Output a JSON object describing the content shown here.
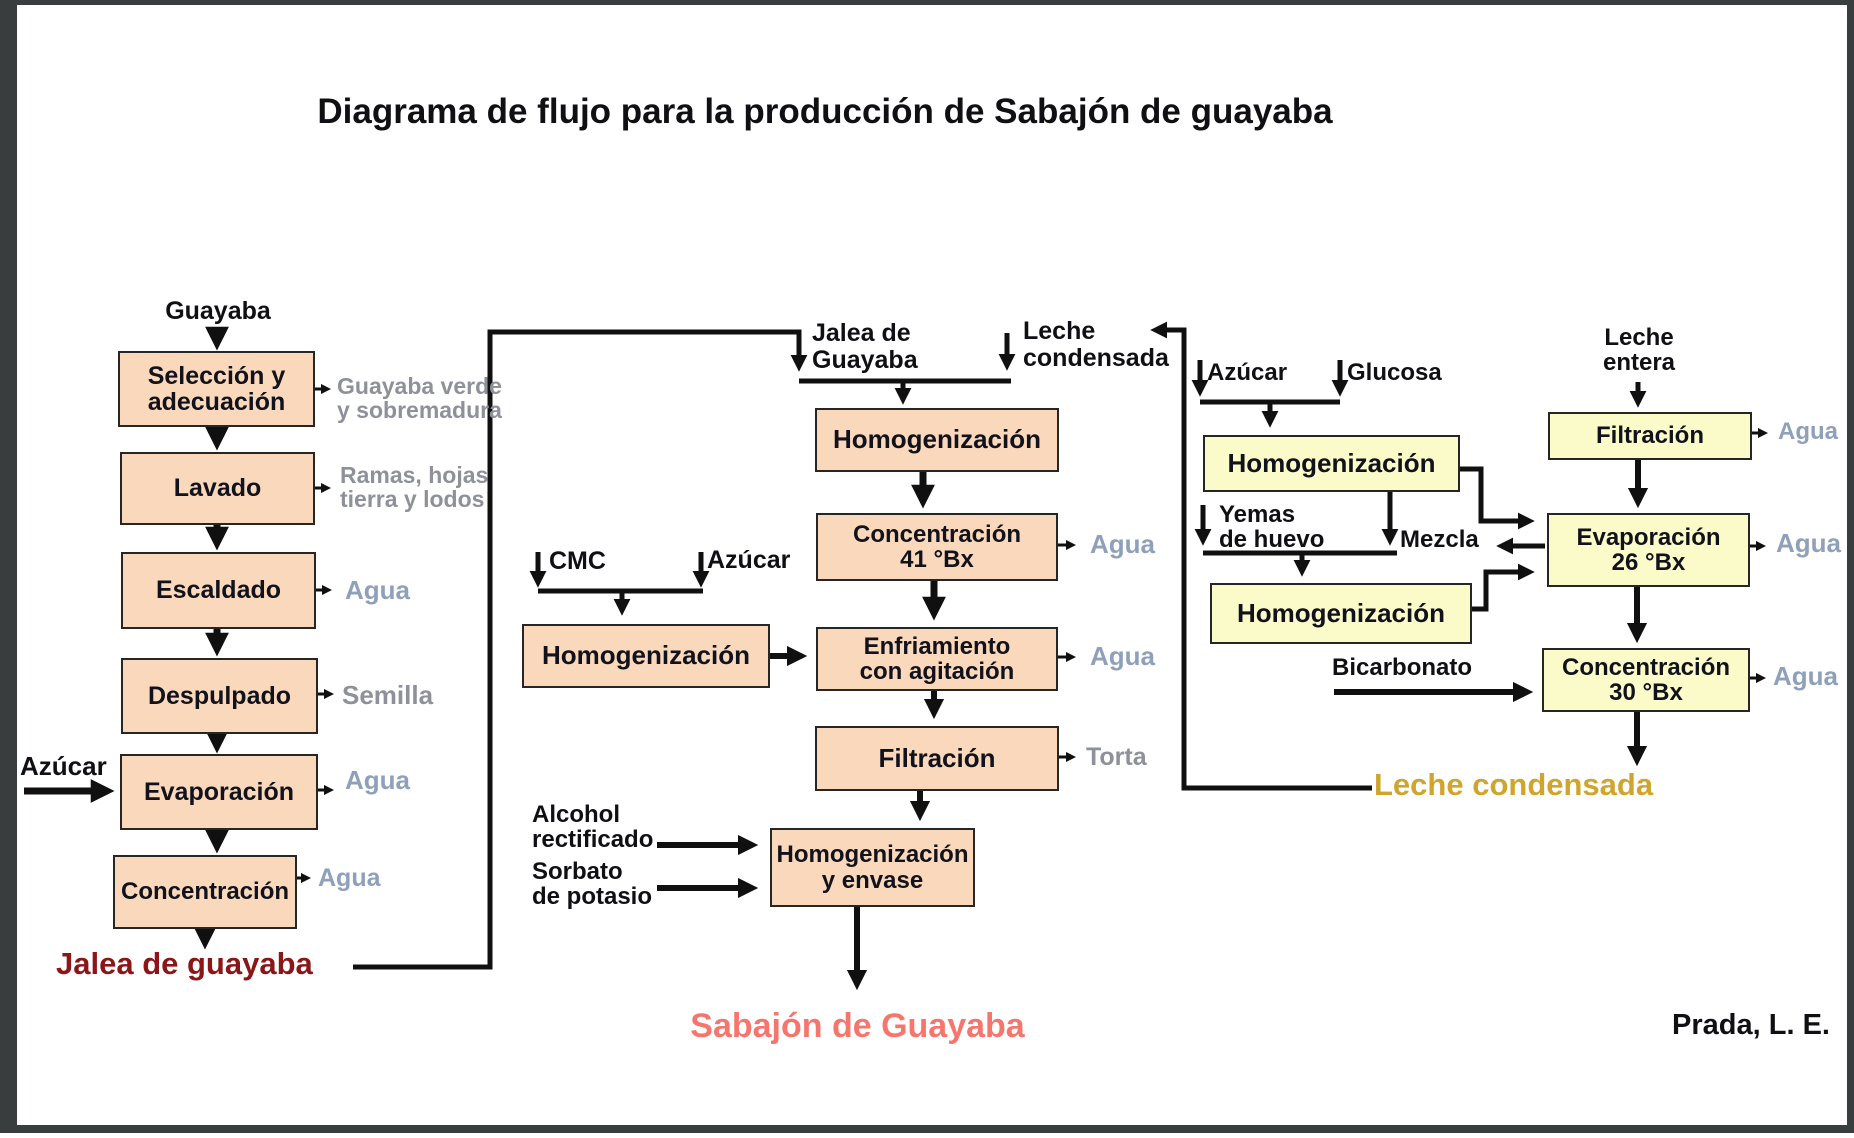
{
  "title": "Diagrama de flujo para la producción de Sabajón de guayaba",
  "credit": "Prada, L. E.",
  "colors": {
    "process_box_guava": "#f9d8bb",
    "process_box_milk": "#fbfbc9",
    "box_border": "#262626",
    "waste_text": "#8e9199",
    "water_text": "#8fa0ba",
    "jalea_product": "#8a1618",
    "sabajon_product": "#f5766d",
    "leche_product": "#cfa52d"
  },
  "jelly": {
    "input": "Guayaba",
    "side_input": "Azúcar",
    "product": "Jalea de guayaba",
    "steps": [
      {
        "label": "Selección y\nadecuación",
        "output": "Guayaba verde\ny sobremadura"
      },
      {
        "label": "Lavado",
        "output": "Ramas, hojas\ntierra y lodos"
      },
      {
        "label": "Escaldado",
        "output": "Agua"
      },
      {
        "label": "Despulpado",
        "output": "Semilla"
      },
      {
        "label": "Evaporación",
        "output": "Agua"
      },
      {
        "label": "Concentración",
        "output": "Agua"
      }
    ]
  },
  "sabajon": {
    "input_jelly": "Jalea de\nGuayaba",
    "input_milk": "Leche\ncondensada",
    "steps": [
      {
        "label": "Homogenización"
      },
      {
        "label": "Concentración\n41 °Bx",
        "output": "Agua"
      },
      {
        "label": "Enfriamiento\ncon agitación",
        "output": "Agua"
      },
      {
        "label": "Filtración",
        "output": "Torta"
      },
      {
        "label": "Homogenización\ny envase"
      }
    ],
    "cmc_branch": {
      "input_a": "CMC",
      "input_b": "Azúcar",
      "step": "Homogenización"
    },
    "additive_a": "Alcohol\nrectificado",
    "additive_b": "Sorbato\nde potasio",
    "product": "Sabajón de Guayaba"
  },
  "milk": {
    "sugar_branch": {
      "input_a": "Azúcar",
      "input_b": "Glucosa",
      "step": "Homogenización"
    },
    "egg_branch": {
      "input_a": "Yemas\nde huevo",
      "input_b": "Mezcla",
      "step": "Homogenización"
    },
    "milk_input": "Leche\nentera",
    "side_input": "Bicarbonato",
    "steps": [
      {
        "label": "Filtración",
        "output": "Agua"
      },
      {
        "label": "Evaporación\n26 °Bx",
        "output": "Agua"
      },
      {
        "label": "Concentración\n30 °Bx",
        "output": "Agua"
      }
    ],
    "product": "Leche condensada"
  }
}
